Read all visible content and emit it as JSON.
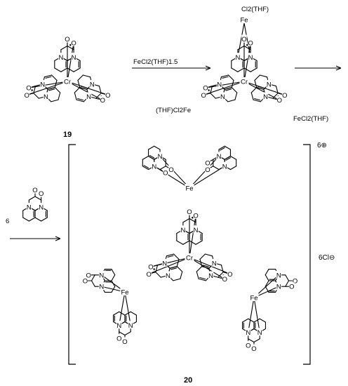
{
  "reagents": {
    "step1": "FeCl2(THF)1.5",
    "step2_equiv": "6"
  },
  "compounds": {
    "start": "19",
    "product": "20"
  },
  "charges": {
    "complex": "6⊕",
    "counterion": "6Cl⊖"
  },
  "atom_labels": {
    "cr": "Cr",
    "fe": "Fe",
    "n": "N",
    "o": "O",
    "fecl2_top": "Cl2(THF)",
    "fecl2_left": "(THF)Cl2Fe",
    "fecl2_right": "FeCl2(THF)"
  },
  "colors": {
    "ink": "#000000",
    "background": "#ffffff"
  }
}
